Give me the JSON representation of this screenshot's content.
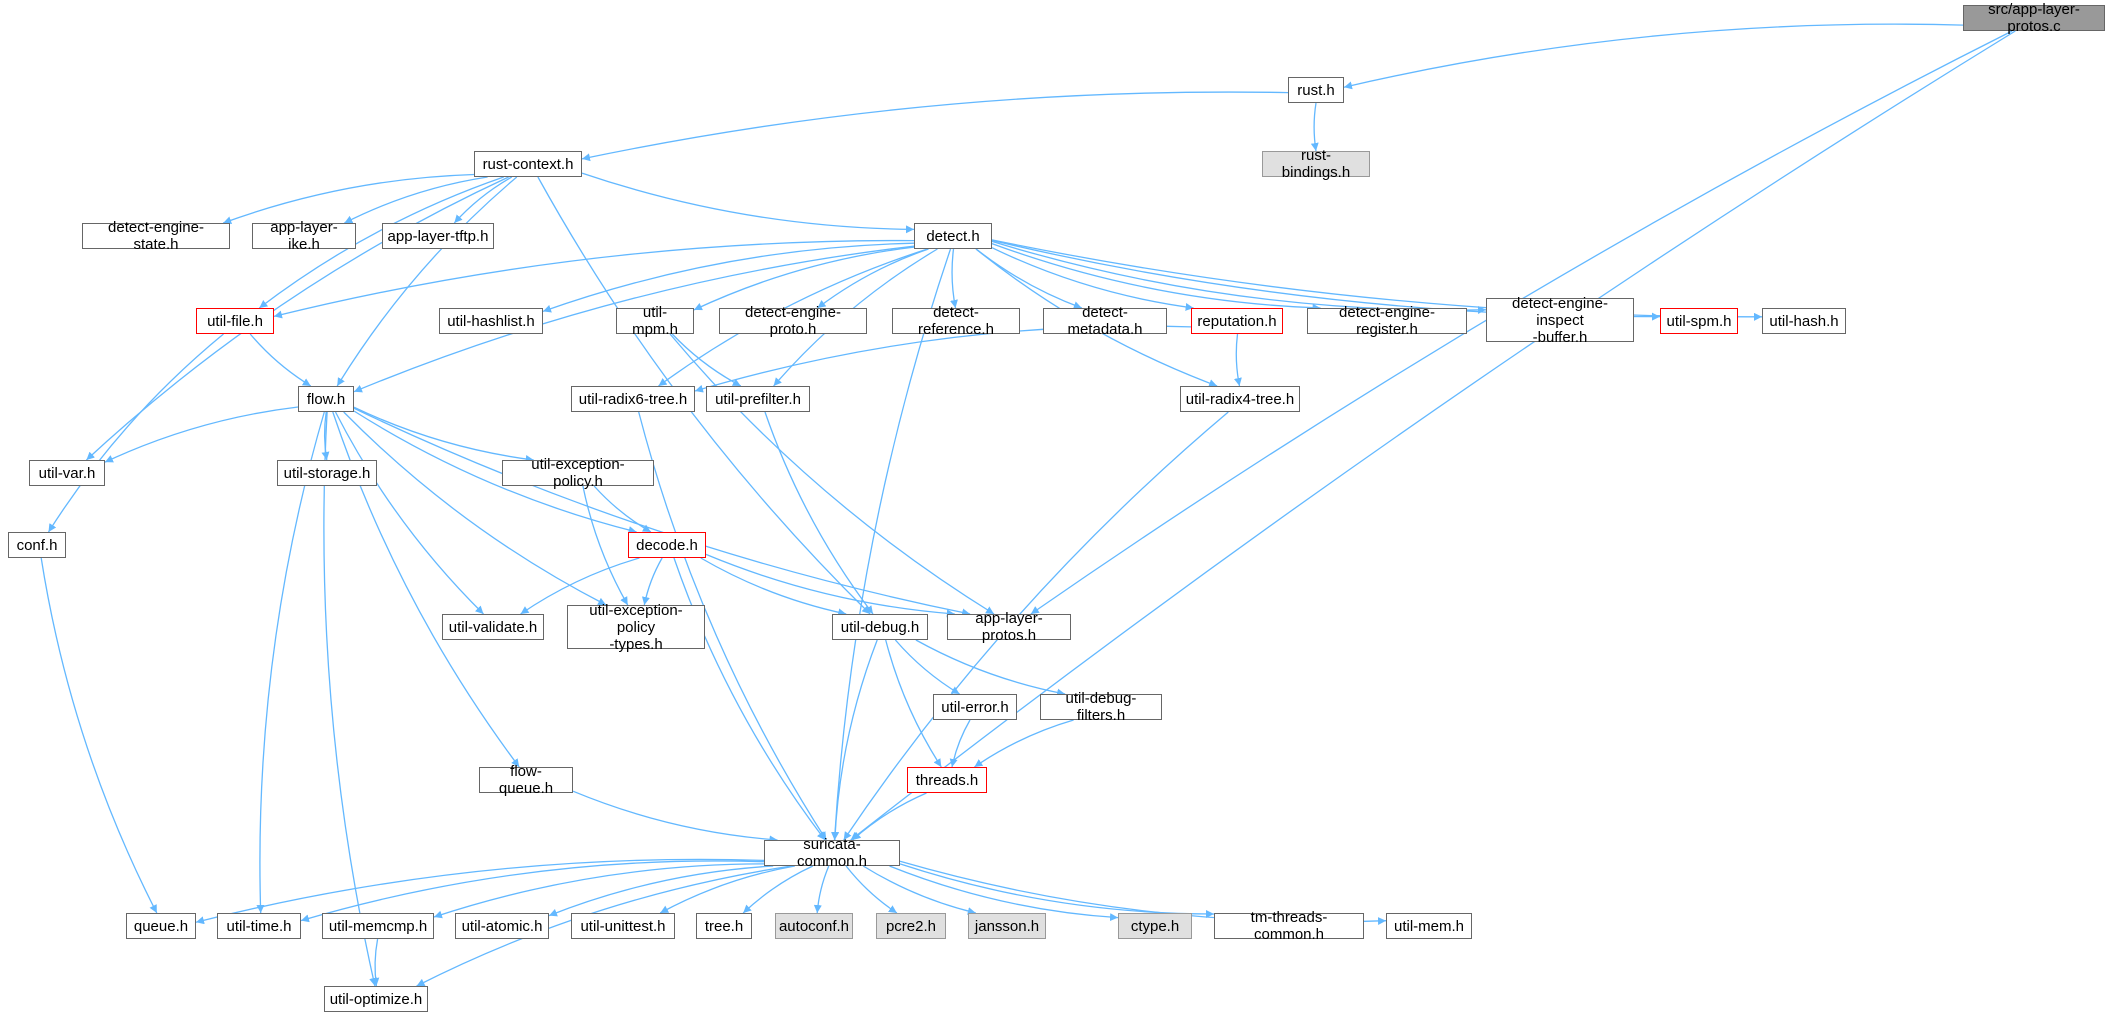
{
  "diagram": {
    "nodes": [
      {
        "id": "app-layer-protos-c",
        "label": "src/app-layer-protos.c",
        "style": "root"
      },
      {
        "id": "rust-h",
        "label": "rust.h",
        "style": "normal"
      },
      {
        "id": "rust-bindings-h",
        "label": "rust-bindings.h",
        "style": "ext"
      },
      {
        "id": "rust-context-h",
        "label": "rust-context.h",
        "style": "normal"
      },
      {
        "id": "detect-engine-state-h",
        "label": "detect-engine-state.h",
        "style": "normal"
      },
      {
        "id": "app-layer-ike-h",
        "label": "app-layer-ike.h",
        "style": "normal"
      },
      {
        "id": "app-layer-tftp-h",
        "label": "app-layer-tftp.h",
        "style": "normal"
      },
      {
        "id": "detect-h",
        "label": "detect.h",
        "style": "normal"
      },
      {
        "id": "util-file-h",
        "label": "util-file.h",
        "style": "red"
      },
      {
        "id": "util-hashlist-h",
        "label": "util-hashlist.h",
        "style": "normal"
      },
      {
        "id": "util-mpm-h",
        "label": "util-mpm.h",
        "style": "normal"
      },
      {
        "id": "detect-engine-proto-h",
        "label": "detect-engine-proto.h",
        "style": "normal"
      },
      {
        "id": "detect-reference-h",
        "label": "detect-reference.h",
        "style": "normal"
      },
      {
        "id": "detect-metadata-h",
        "label": "detect-metadata.h",
        "style": "normal"
      },
      {
        "id": "reputation-h",
        "label": "reputation.h",
        "style": "red"
      },
      {
        "id": "detect-engine-register-h",
        "label": "detect-engine-register.h",
        "style": "normal"
      },
      {
        "id": "detect-engine-inspect-buffer-h",
        "label": "detect-engine-inspect\n-buffer.h",
        "style": "normal"
      },
      {
        "id": "util-spm-h",
        "label": "util-spm.h",
        "style": "red"
      },
      {
        "id": "util-hash-h",
        "label": "util-hash.h",
        "style": "normal"
      },
      {
        "id": "flow-h",
        "label": "flow.h",
        "style": "normal"
      },
      {
        "id": "util-radix6-tree-h",
        "label": "util-radix6-tree.h",
        "style": "normal"
      },
      {
        "id": "util-prefilter-h",
        "label": "util-prefilter.h",
        "style": "normal"
      },
      {
        "id": "util-radix4-tree-h",
        "label": "util-radix4-tree.h",
        "style": "normal"
      },
      {
        "id": "util-var-h",
        "label": "util-var.h",
        "style": "normal"
      },
      {
        "id": "util-storage-h",
        "label": "util-storage.h",
        "style": "normal"
      },
      {
        "id": "util-exception-policy-h",
        "label": "util-exception-policy.h",
        "style": "normal"
      },
      {
        "id": "conf-h",
        "label": "conf.h",
        "style": "normal"
      },
      {
        "id": "decode-h",
        "label": "decode.h",
        "style": "red"
      },
      {
        "id": "util-validate-h",
        "label": "util-validate.h",
        "style": "normal"
      },
      {
        "id": "util-exception-policy-types-h",
        "label": "util-exception-policy\n-types.h",
        "style": "normal"
      },
      {
        "id": "util-debug-h",
        "label": "util-debug.h",
        "style": "normal"
      },
      {
        "id": "app-layer-protos-h",
        "label": "app-layer-protos.h",
        "style": "normal"
      },
      {
        "id": "util-error-h",
        "label": "util-error.h",
        "style": "normal"
      },
      {
        "id": "util-debug-filters-h",
        "label": "util-debug-filters.h",
        "style": "normal"
      },
      {
        "id": "flow-queue-h",
        "label": "flow-queue.h",
        "style": "normal"
      },
      {
        "id": "threads-h",
        "label": "threads.h",
        "style": "red"
      },
      {
        "id": "suricata-common-h",
        "label": "suricata-common.h",
        "style": "normal"
      },
      {
        "id": "queue-h",
        "label": "queue.h",
        "style": "normal"
      },
      {
        "id": "util-time-h",
        "label": "util-time.h",
        "style": "normal"
      },
      {
        "id": "util-memcmp-h",
        "label": "util-memcmp.h",
        "style": "normal"
      },
      {
        "id": "util-atomic-h",
        "label": "util-atomic.h",
        "style": "normal"
      },
      {
        "id": "util-unittest-h",
        "label": "util-unittest.h",
        "style": "normal"
      },
      {
        "id": "tree-h",
        "label": "tree.h",
        "style": "normal"
      },
      {
        "id": "autoconf-h",
        "label": "autoconf.h",
        "style": "ext"
      },
      {
        "id": "pcre2-h",
        "label": "pcre2.h",
        "style": "ext"
      },
      {
        "id": "jansson-h",
        "label": "jansson.h",
        "style": "ext"
      },
      {
        "id": "ctype-h",
        "label": "ctype.h",
        "style": "ext"
      },
      {
        "id": "tm-threads-common-h",
        "label": "tm-threads-common.h",
        "style": "normal"
      },
      {
        "id": "util-mem-h",
        "label": "util-mem.h",
        "style": "normal"
      },
      {
        "id": "util-optimize-h",
        "label": "util-optimize.h",
        "style": "normal"
      }
    ],
    "edges": [
      [
        "app-layer-protos-c",
        "rust-h"
      ],
      [
        "app-layer-protos-c",
        "app-layer-protos-h"
      ],
      [
        "app-layer-protos-c",
        "suricata-common-h"
      ],
      [
        "rust-h",
        "rust-bindings-h"
      ],
      [
        "rust-h",
        "rust-context-h"
      ],
      [
        "rust-context-h",
        "detect-engine-state-h"
      ],
      [
        "rust-context-h",
        "app-layer-ike-h"
      ],
      [
        "rust-context-h",
        "app-layer-tftp-h"
      ],
      [
        "rust-context-h",
        "detect-h"
      ],
      [
        "rust-context-h",
        "util-file-h"
      ],
      [
        "rust-context-h",
        "flow-h"
      ],
      [
        "rust-context-h",
        "util-var-h"
      ],
      [
        "rust-context-h",
        "util-debug-h"
      ],
      [
        "detect-h",
        "util-file-h"
      ],
      [
        "detect-h",
        "flow-h"
      ],
      [
        "detect-h",
        "util-hashlist-h"
      ],
      [
        "detect-h",
        "util-mpm-h"
      ],
      [
        "detect-h",
        "detect-engine-proto-h"
      ],
      [
        "detect-h",
        "detect-reference-h"
      ],
      [
        "detect-h",
        "detect-metadata-h"
      ],
      [
        "detect-h",
        "reputation-h"
      ],
      [
        "detect-h",
        "detect-engine-register-h"
      ],
      [
        "detect-h",
        "detect-engine-inspect-buffer-h"
      ],
      [
        "detect-h",
        "util-spm-h"
      ],
      [
        "detect-h",
        "util-hash-h"
      ],
      [
        "detect-h",
        "util-radix6-tree-h"
      ],
      [
        "detect-h",
        "util-prefilter-h"
      ],
      [
        "detect-h",
        "util-radix4-tree-h"
      ],
      [
        "detect-h",
        "suricata-common-h"
      ],
      [
        "util-file-h",
        "flow-h"
      ],
      [
        "util-file-h",
        "conf-h"
      ],
      [
        "util-mpm-h",
        "util-prefilter-h"
      ],
      [
        "util-mpm-h",
        "app-layer-protos-h"
      ],
      [
        "reputation-h",
        "util-radix6-tree-h"
      ],
      [
        "reputation-h",
        "util-radix4-tree-h"
      ],
      [
        "flow-h",
        "util-var-h"
      ],
      [
        "flow-h",
        "util-storage-h"
      ],
      [
        "flow-h",
        "util-exception-policy-h"
      ],
      [
        "flow-h",
        "decode-h"
      ],
      [
        "flow-h",
        "util-validate-h"
      ],
      [
        "flow-h",
        "util-exception-policy-types-h"
      ],
      [
        "flow-h",
        "app-layer-protos-h"
      ],
      [
        "flow-h",
        "flow-queue-h"
      ],
      [
        "flow-h",
        "util-time-h"
      ],
      [
        "flow-h",
        "util-optimize-h"
      ],
      [
        "util-radix6-tree-h",
        "suricata-common-h"
      ],
      [
        "util-prefilter-h",
        "util-debug-h"
      ],
      [
        "util-radix4-tree-h",
        "suricata-common-h"
      ],
      [
        "util-exception-policy-h",
        "decode-h"
      ],
      [
        "util-exception-policy-h",
        "util-exception-policy-types-h"
      ],
      [
        "conf-h",
        "queue-h"
      ],
      [
        "decode-h",
        "util-validate-h"
      ],
      [
        "decode-h",
        "util-exception-policy-types-h"
      ],
      [
        "decode-h",
        "util-debug-h"
      ],
      [
        "decode-h",
        "app-layer-protos-h"
      ],
      [
        "decode-h",
        "suricata-common-h"
      ],
      [
        "util-debug-h",
        "util-error-h"
      ],
      [
        "util-debug-h",
        "util-debug-filters-h"
      ],
      [
        "util-debug-h",
        "threads-h"
      ],
      [
        "util-debug-h",
        "suricata-common-h"
      ],
      [
        "util-error-h",
        "threads-h"
      ],
      [
        "util-debug-filters-h",
        "threads-h"
      ],
      [
        "threads-h",
        "suricata-common-h"
      ],
      [
        "flow-queue-h",
        "suricata-common-h"
      ],
      [
        "suricata-common-h",
        "queue-h"
      ],
      [
        "suricata-common-h",
        "util-time-h"
      ],
      [
        "suricata-common-h",
        "util-memcmp-h"
      ],
      [
        "suricata-common-h",
        "util-atomic-h"
      ],
      [
        "suricata-common-h",
        "util-unittest-h"
      ],
      [
        "suricata-common-h",
        "tree-h"
      ],
      [
        "suricata-common-h",
        "autoconf-h"
      ],
      [
        "suricata-common-h",
        "pcre2-h"
      ],
      [
        "suricata-common-h",
        "jansson-h"
      ],
      [
        "suricata-common-h",
        "ctype-h"
      ],
      [
        "suricata-common-h",
        "tm-threads-common-h"
      ],
      [
        "suricata-common-h",
        "util-mem-h"
      ],
      [
        "suricata-common-h",
        "util-optimize-h"
      ],
      [
        "util-memcmp-h",
        "util-optimize-h"
      ]
    ]
  },
  "colors": {
    "edge": "#63b8ff",
    "node_border": "#666666",
    "root_fill": "#999999",
    "external_fill": "#e0e0e0",
    "highlight_border": "#ff0000"
  }
}
